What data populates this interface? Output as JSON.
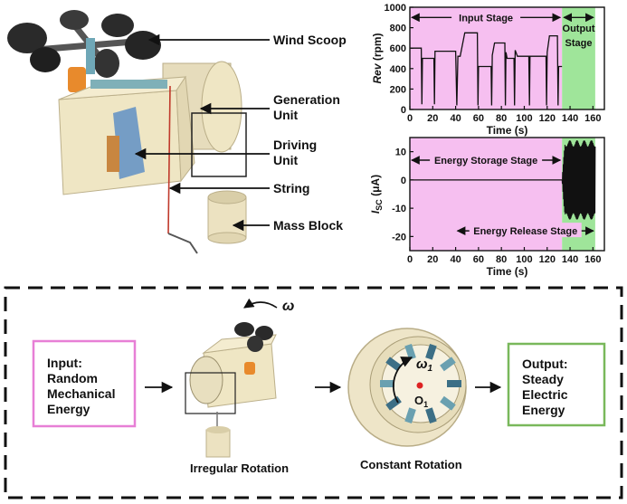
{
  "colors": {
    "input_region": "#f6bff0",
    "output_region": "#9fe59a",
    "input_box_border": "#e77fd6",
    "output_box_border": "#79b85b",
    "device_body": "#efe6c4",
    "rotor_body": "#eee5c8"
  },
  "device_labels": {
    "wind_scoop": "Wind Scoop",
    "generation_unit": [
      "Generation",
      "Unit"
    ],
    "driving_unit": [
      "Driving",
      "Unit"
    ],
    "string": "String",
    "mass_block": "Mass Block"
  },
  "workflow": {
    "input_box": [
      "Input:",
      "Random",
      "Mechanical",
      "Energy"
    ],
    "irregular_label": "Irregular Rotation",
    "constant_label": "Constant Rotation",
    "omega": "ω",
    "omega1": "ω",
    "omega1_sub": "1",
    "center": "O",
    "center_sub": "1",
    "output_box": [
      "Output:",
      "Steady",
      "Electric",
      "Energy"
    ]
  },
  "chart_data": [
    {
      "type": "line",
      "xlabel": "Time (s)",
      "ylabel": "Rev (rpm)",
      "xlim": [
        0,
        170
      ],
      "ylim": [
        0,
        1000
      ],
      "xticks": [
        0,
        20,
        40,
        60,
        80,
        100,
        120,
        140,
        160
      ],
      "yticks": [
        0,
        200,
        400,
        600,
        800,
        1000
      ],
      "regions": [
        {
          "label": [
            "Input Stage"
          ],
          "x": [
            0,
            133
          ],
          "color": "#f6bff0"
        },
        {
          "label": [
            "Output",
            "Stage"
          ],
          "x": [
            133,
            162
          ],
          "color": "#9fe59a"
        }
      ],
      "series": [
        {
          "x": [
            0,
            10,
            10.5,
            11,
            21,
            21.5,
            22,
            24,
            40,
            41,
            42,
            44,
            48,
            59,
            59.5,
            60,
            71,
            71.5,
            72,
            74,
            83,
            83.5,
            84,
            85,
            91,
            91.5,
            92,
            94,
            104,
            104.5,
            105,
            107,
            119,
            119.5,
            120,
            122,
            129,
            129.5,
            130,
            133
          ],
          "y": [
            600,
            600,
            50,
            500,
            500,
            50,
            570,
            570,
            570,
            40,
            520,
            520,
            750,
            750,
            40,
            420,
            420,
            40,
            530,
            650,
            650,
            40,
            560,
            500,
            500,
            40,
            580,
            520,
            520,
            40,
            520,
            520,
            520,
            40,
            560,
            720,
            720,
            40,
            420,
            420
          ]
        }
      ]
    },
    {
      "type": "line",
      "xlabel": "Time (s)",
      "ylabel_main": "I",
      "ylabel_sub": "SC",
      "ylabel_unit": " (μA)",
      "xlim": [
        0,
        170
      ],
      "ylim": [
        -25,
        15
      ],
      "xticks": [
        0,
        20,
        40,
        60,
        80,
        100,
        120,
        140,
        160
      ],
      "yticks": [
        -20,
        -10,
        0,
        10
      ],
      "regions": [
        {
          "x": [
            0,
            133
          ],
          "color": "#f6bff0"
        },
        {
          "x": [
            133,
            162
          ],
          "color": "#9fe59a"
        }
      ],
      "annotations": [
        {
          "text": "Energy Storage Stage",
          "x_range": [
            0,
            133
          ],
          "y": 7
        },
        {
          "text": "Energy Release Stage",
          "x_range": [
            40,
            162
          ],
          "y": -18
        }
      ],
      "series": [
        {
          "name_hidden": "storage",
          "x": [
            0,
            133
          ],
          "y": [
            0,
            0
          ]
        },
        {
          "name_hidden": "release",
          "x": [
            133,
            162
          ],
          "amplitude": 14
        }
      ]
    }
  ]
}
